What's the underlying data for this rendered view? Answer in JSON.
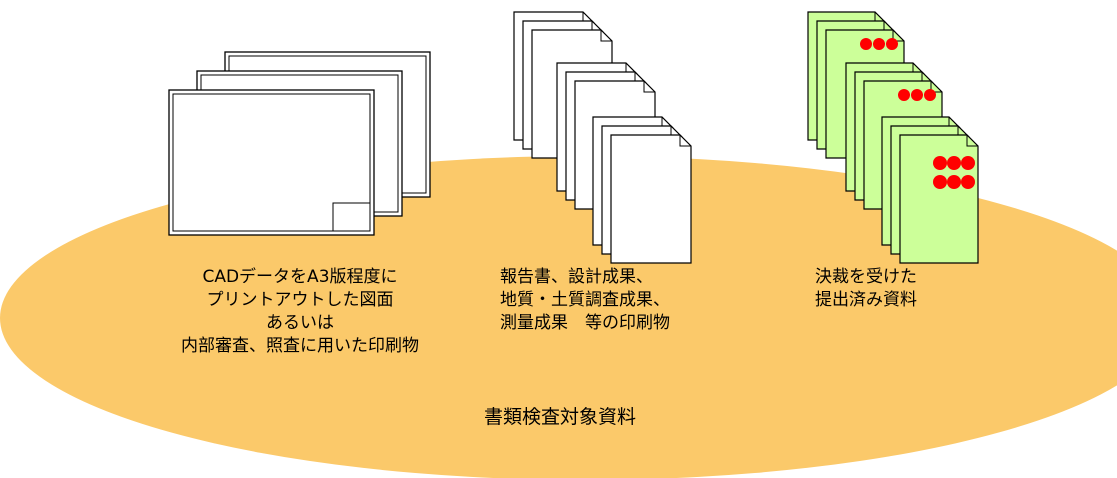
{
  "ellipse": {
    "fill": "#fbc96a"
  },
  "groups": {
    "drawings": {
      "caption_lines": [
        "CADデータをA3版程度に",
        "プリントアウトした図面",
        "あるいは",
        "内部審査、照査に用いた印刷物"
      ]
    },
    "reports": {
      "caption_lines": [
        "報告書、設計成果、",
        "地質・土質調査成果、",
        "測量成果　等の印刷物"
      ]
    },
    "approved": {
      "caption_lines": [
        "決裁を受けた",
        "提出済み資料"
      ],
      "page_fill": "#ccff99",
      "stamp_color": "#ff0000"
    }
  },
  "target_label": "書類検査対象資料"
}
